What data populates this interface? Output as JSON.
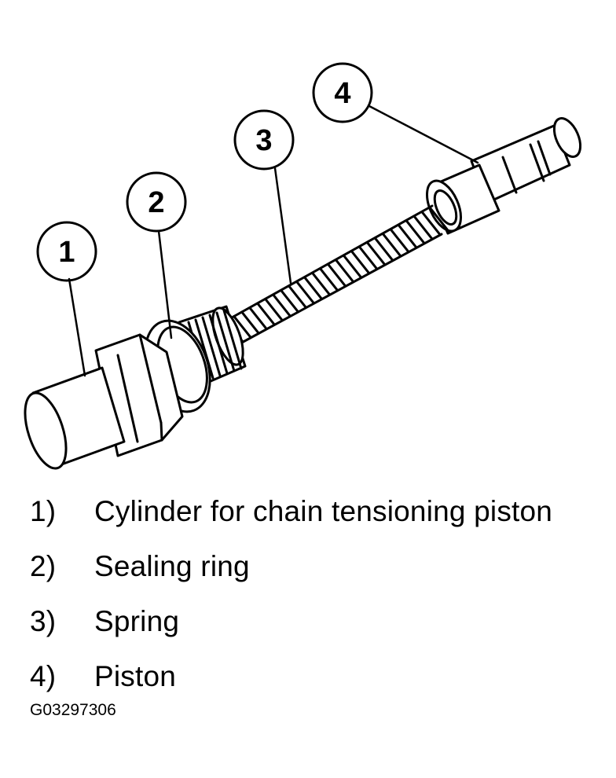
{
  "callouts": [
    {
      "number": "1",
      "target": "cylinder"
    },
    {
      "number": "2",
      "target": "sealing-ring"
    },
    {
      "number": "3",
      "target": "spring"
    },
    {
      "number": "4",
      "target": "piston"
    }
  ],
  "legend": [
    {
      "number": "1)",
      "label": "Cylinder for chain tensioning piston"
    },
    {
      "number": "2)",
      "label": "Sealing ring"
    },
    {
      "number": "3)",
      "label": "Spring"
    },
    {
      "number": "4)",
      "label": "Piston"
    }
  ],
  "figure_id": "G03297306",
  "colors": {
    "line": "#000000",
    "background": "#ffffff"
  }
}
